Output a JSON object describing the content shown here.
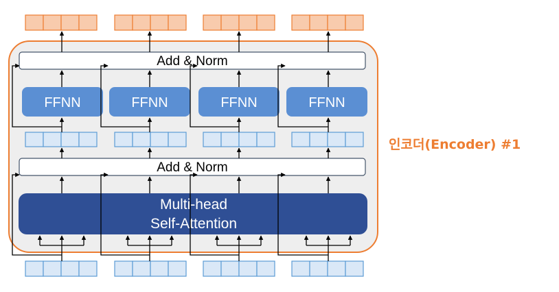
{
  "encoder_label": "인코더(Encoder) #1",
  "add_norm_top": "Add & Norm",
  "add_norm_bottom": "Add & Norm",
  "ffnn_labels": [
    "FFNN",
    "FFNN",
    "FFNN",
    "FFNN"
  ],
  "attention_line1": "Multi-head",
  "attention_line2": "Self-Attention",
  "colors": {
    "encoder_border": "#ED7D31",
    "encoder_fill": "#EEEEEE",
    "output_cell_fill": "#F8CBAD",
    "output_cell_stroke": "#ED7D31",
    "vector_cell_fill": "#DAE8F7",
    "vector_cell_stroke": "#5B9BD5",
    "ffnn_fill": "#5B8FD3",
    "attention_fill": "#2F4F95",
    "arrow": "#000000"
  },
  "tokens": 4,
  "cells_per_vector": 4
}
